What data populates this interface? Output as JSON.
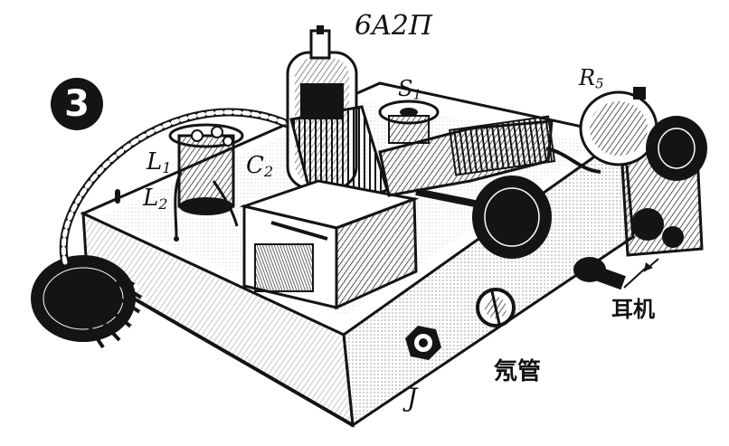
{
  "figure": {
    "number": "3",
    "labels": {
      "tube": "6A2П",
      "s1_main": "S",
      "s1_sub": "1",
      "r5_main": "R",
      "r5_sub": "5",
      "l1_main": "L",
      "l1_sub": "1",
      "l2_main": "L",
      "l2_sub": "2",
      "c2_main": "C",
      "c2_sub": "2",
      "earphone": "耳机",
      "neon_tube": "氖管",
      "jack": "J"
    }
  },
  "colors": {
    "ink": "#141414",
    "paper": "#ffffff"
  }
}
